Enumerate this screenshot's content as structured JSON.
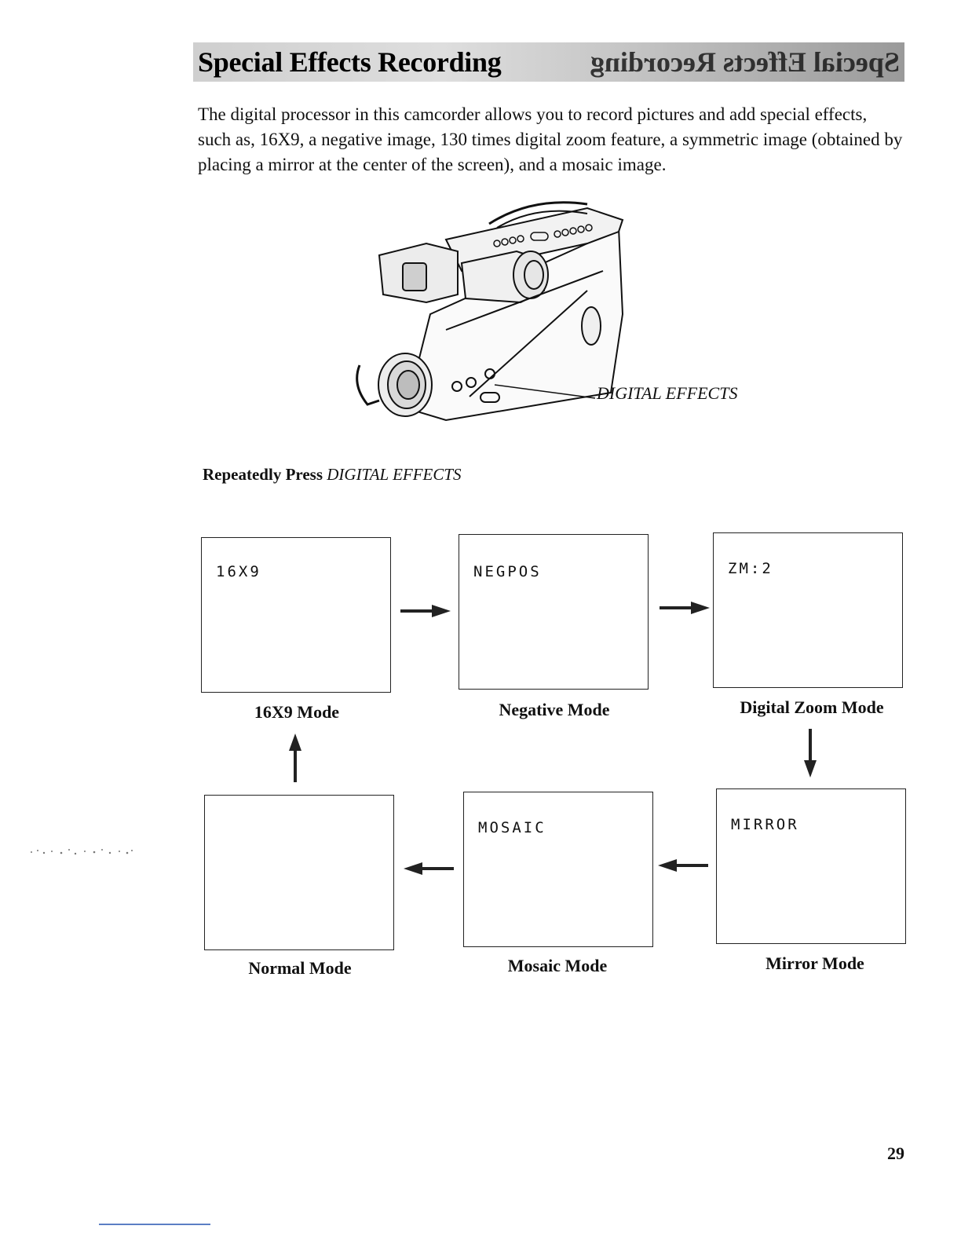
{
  "header": {
    "title": "Special Effects Recording",
    "title_mirror": "Special Effects Recording"
  },
  "intro_text": "The digital processor in this camcorder allows you to record pictures and add special effects, such as, 16X9, a negative image, 130 times digital zoom feature, a symmetric image (obtained by placing a mirror at the center of the screen), and a mosaic image.",
  "illustration": {
    "callout": "DIGITAL EFFECTS"
  },
  "instruction": {
    "prefix": "Repeatedly Press",
    "button": "DIGITAL EFFECTS"
  },
  "modes": [
    {
      "osd": "16X9",
      "label": "16X9 Mode"
    },
    {
      "osd": "NEGPOS",
      "label": "Negative Mode"
    },
    {
      "osd": "ZM:2",
      "label": "Digital Zoom Mode"
    },
    {
      "osd": "MIRROR",
      "label": "Mirror Mode"
    },
    {
      "osd": "MOSAIC",
      "label": "Mosaic Mode"
    },
    {
      "osd": "",
      "label": "Normal Mode"
    }
  ],
  "page_number": "29"
}
